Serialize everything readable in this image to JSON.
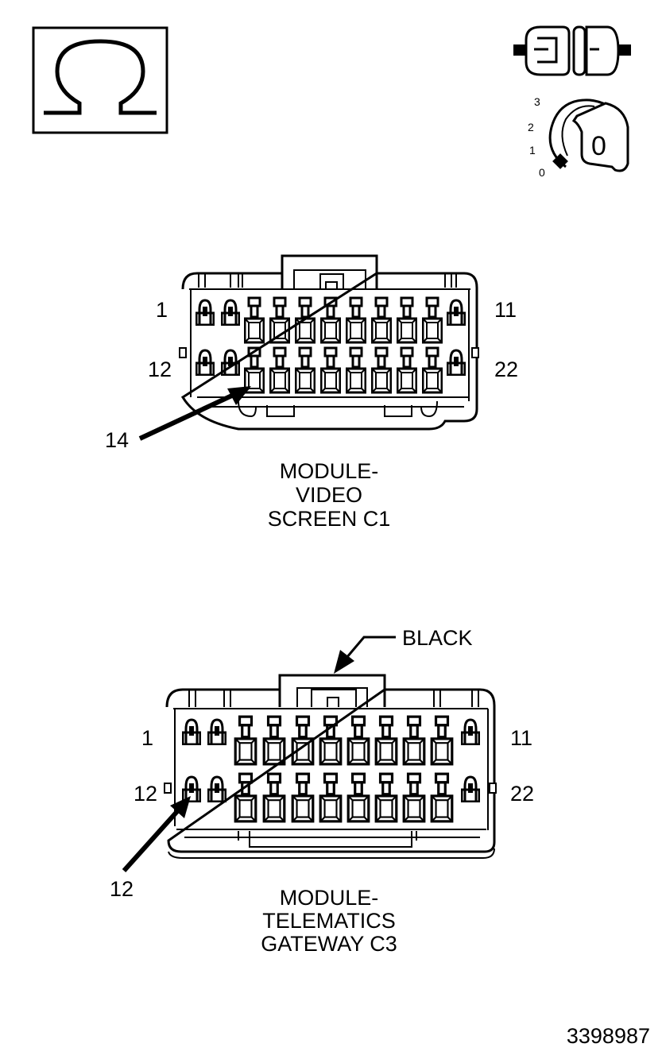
{
  "legend": {
    "meter_symbol": "Ω",
    "key_positions": [
      "3",
      "2",
      "1",
      "0"
    ],
    "key_label": "0"
  },
  "connectors": [
    {
      "pin_top_left": "1",
      "pin_top_right": "11",
      "pin_bottom_left": "12",
      "pin_bottom_right": "22",
      "callout_pin": "14",
      "caption": [
        "MODULE-",
        "VIDEO",
        "SCREEN C1"
      ]
    },
    {
      "color_callout": "BLACK",
      "pin_top_left": "1",
      "pin_top_right": "11",
      "pin_bottom_left": "12",
      "pin_bottom_right": "22",
      "callout_pin": "12",
      "caption": [
        "MODULE-",
        "TELEMATICS",
        "GATEWAY C3"
      ]
    }
  ],
  "figure_number": "3398987"
}
